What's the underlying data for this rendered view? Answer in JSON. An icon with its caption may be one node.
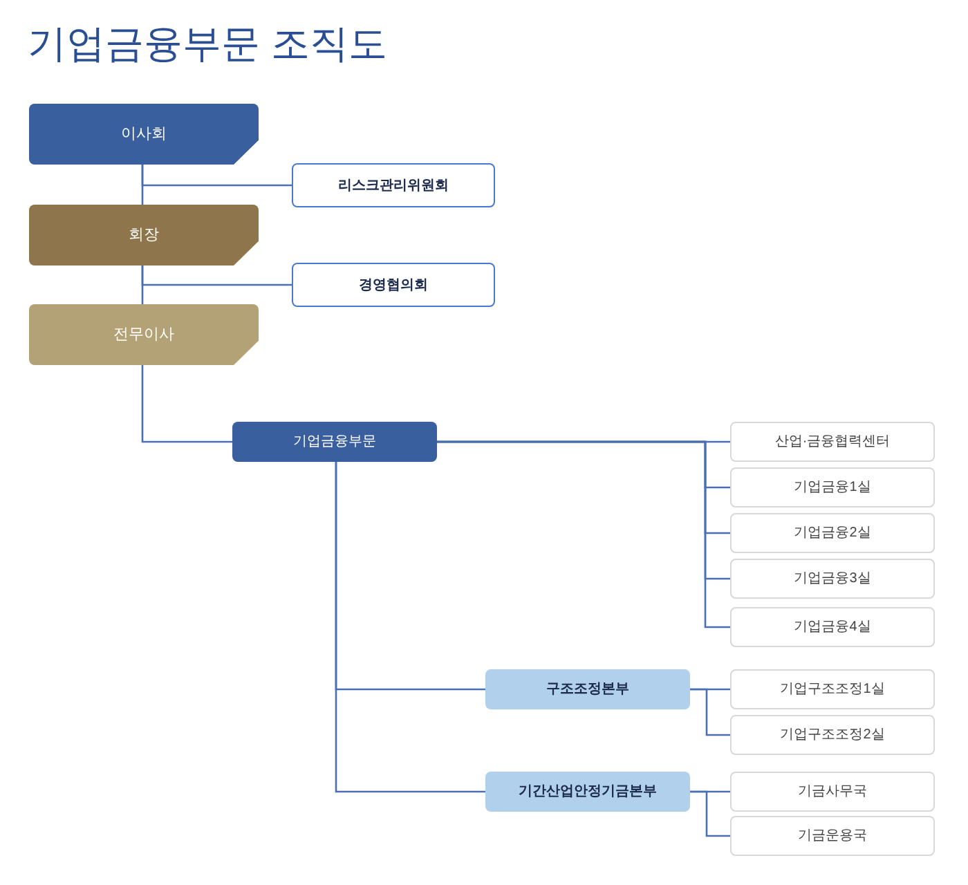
{
  "diagram": {
    "title": "기업금융부문 조직도",
    "nodes": [
      {
        "text": [
          "이사회"
        ]
      },
      {
        "text": [
          "리스크관리위원회"
        ]
      },
      {
        "text": [
          "회장"
        ]
      },
      {
        "text": [
          "경영협의회"
        ]
      },
      {
        "text": [
          "전무이사"
        ]
      },
      {
        "text": [
          "기업금융부문"
        ]
      },
      {
        "text": [
          "산업·금융협력센터"
        ]
      },
      {
        "text": [
          "기업금융1실"
        ]
      },
      {
        "text": [
          "기업금융2실"
        ]
      },
      {
        "text": [
          "기업금융3실"
        ]
      },
      {
        "text": [
          "기업금융4실"
        ]
      },
      {
        "text": [
          "구조조정본부"
        ]
      },
      {
        "text": [
          "기업구조조정1실"
        ]
      },
      {
        "text": [
          "기업구조조정2실"
        ]
      },
      {
        "text": [
          "기간산업안정기금본부"
        ]
      },
      {
        "text": [
          "기금사무국"
        ]
      },
      {
        "text": [
          "기금운용국"
        ]
      }
    ],
    "edges": [
      {
        "from": 0,
        "to": 2,
        "arrow": "none"
      },
      {
        "from": 0,
        "to": 1,
        "arrow": "none"
      },
      {
        "from": 2,
        "to": 4,
        "arrow": "none"
      },
      {
        "from": 2,
        "to": 3,
        "arrow": "none"
      },
      {
        "from": 4,
        "to": 5,
        "arrow": "none"
      },
      {
        "from": 5,
        "to": 6,
        "arrow": "none"
      },
      {
        "from": 5,
        "to": 7,
        "arrow": "none"
      },
      {
        "from": 5,
        "to": 8,
        "arrow": "none"
      },
      {
        "from": 5,
        "to": 9,
        "arrow": "none"
      },
      {
        "from": 5,
        "to": 10,
        "arrow": "none"
      },
      {
        "from": 5,
        "to": 11,
        "arrow": "none"
      },
      {
        "from": 5,
        "to": 14,
        "arrow": "none"
      },
      {
        "from": 11,
        "to": 12,
        "arrow": "none"
      },
      {
        "from": 11,
        "to": 13,
        "arrow": "none"
      },
      {
        "from": 14,
        "to": 15,
        "arrow": "none"
      },
      {
        "from": 14,
        "to": 16,
        "arrow": "none"
      }
    ]
  }
}
